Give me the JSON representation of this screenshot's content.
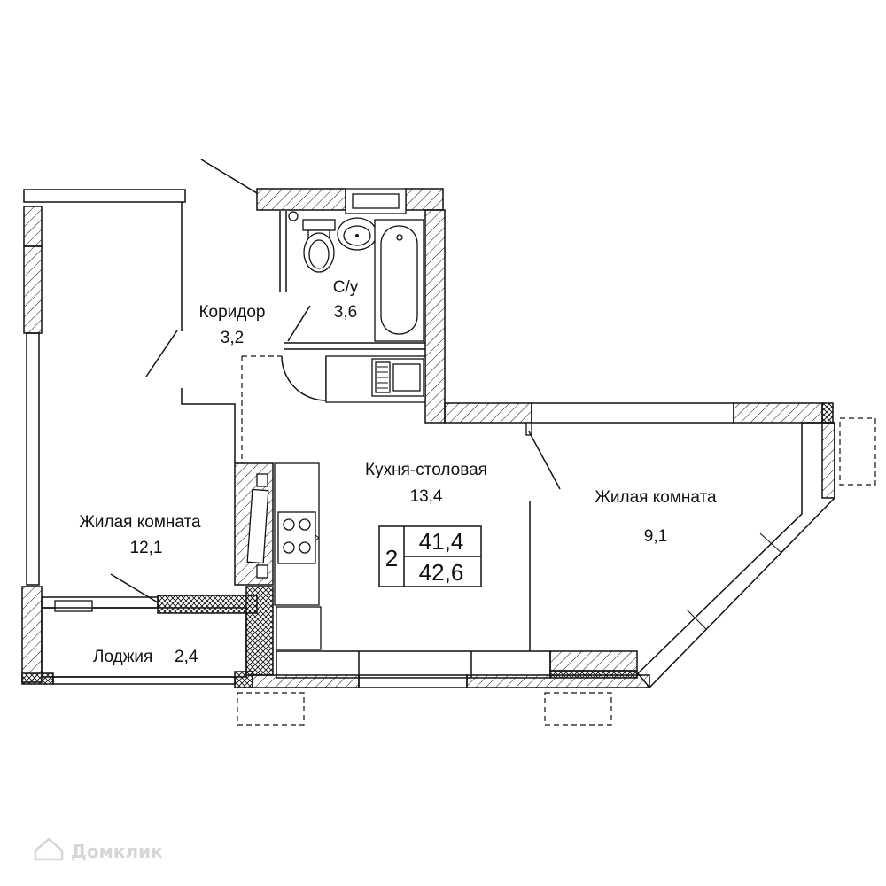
{
  "rooms": {
    "corridor": {
      "name": "Коридор",
      "area": "3,2"
    },
    "bathroom": {
      "name": "С/у",
      "area": "3,6"
    },
    "kitchen": {
      "name": "Кухня-столовая",
      "area": "13,4"
    },
    "living_left": {
      "name": "Жилая комната",
      "area": "12,1"
    },
    "living_right": {
      "name": "Жилая комната",
      "area": "9,1"
    },
    "loggia": {
      "name": "Лоджия",
      "area": "2,4"
    }
  },
  "summary": {
    "room_count": "2",
    "area_living": "41,4",
    "area_total": "42,6"
  },
  "watermark": {
    "text": "Домклик"
  }
}
